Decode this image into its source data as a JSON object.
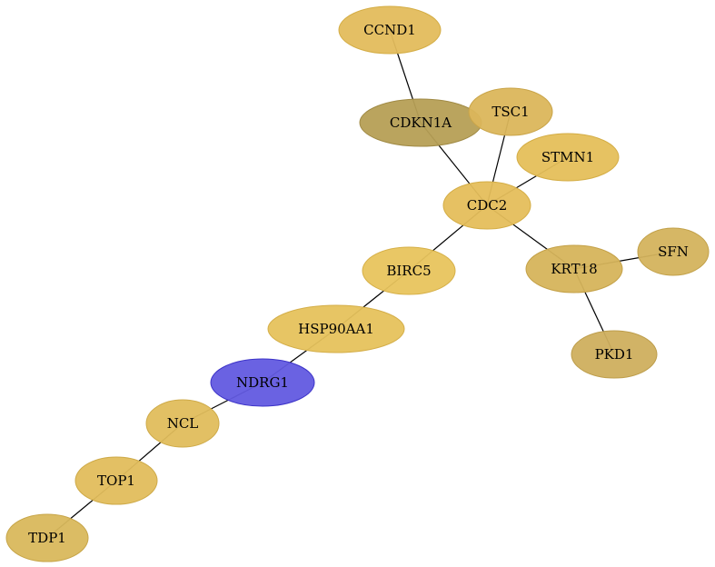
{
  "diagram": {
    "nodes": [
      {
        "id": "CCND1",
        "label": "CCND1",
        "color": "#e3bc5c",
        "stroke": "#d4ad45"
      },
      {
        "id": "CDKN1A",
        "label": "CDKN1A",
        "color": "#b69f55",
        "stroke": "#a08a45"
      },
      {
        "id": "TSC1",
        "label": "TSC1",
        "color": "#dbb65b",
        "stroke": "#c9a448"
      },
      {
        "id": "STMN1",
        "label": "STMN1",
        "color": "#e5bf5a",
        "stroke": "#d4ad45"
      },
      {
        "id": "CDC2",
        "label": "CDC2",
        "color": "#e5be5b",
        "stroke": "#d4ad45"
      },
      {
        "id": "BIRC5",
        "label": "BIRC5",
        "color": "#e8c45d",
        "stroke": "#d6b048"
      },
      {
        "id": "KRT18",
        "label": "KRT18",
        "color": "#d6b45b",
        "stroke": "#c4a148"
      },
      {
        "id": "SFN",
        "label": "SFN",
        "color": "#d4b35d",
        "stroke": "#c2a14a"
      },
      {
        "id": "PKD1",
        "label": "PKD1",
        "color": "#cfaf5e",
        "stroke": "#bd9d4b"
      },
      {
        "id": "HSP90AA1",
        "label": "HSP90AA1",
        "color": "#e6c25c",
        "stroke": "#d4ae48"
      },
      {
        "id": "NDRG1",
        "label": "NDRG1",
        "color": "#625ae0",
        "stroke": "#3c33c8"
      },
      {
        "id": "NCL",
        "label": "NCL",
        "color": "#e0bd5c",
        "stroke": "#ceaa48"
      },
      {
        "id": "TOP1",
        "label": "TOP1",
        "color": "#e1bd5c",
        "stroke": "#ceaa48"
      },
      {
        "id": "TDP1",
        "label": "TDP1",
        "color": "#d9b85c",
        "stroke": "#c7a548"
      }
    ],
    "edges": [
      [
        "CCND1",
        "CDKN1A"
      ],
      [
        "CDKN1A",
        "CDC2"
      ],
      [
        "TSC1",
        "CDC2"
      ],
      [
        "STMN1",
        "CDC2"
      ],
      [
        "CDC2",
        "BIRC5"
      ],
      [
        "CDC2",
        "KRT18"
      ],
      [
        "KRT18",
        "SFN"
      ],
      [
        "KRT18",
        "PKD1"
      ],
      [
        "BIRC5",
        "HSP90AA1"
      ],
      [
        "HSP90AA1",
        "NDRG1"
      ],
      [
        "NDRG1",
        "NCL"
      ],
      [
        "NCL",
        "TOP1"
      ],
      [
        "TOP1",
        "TDP1"
      ]
    ]
  }
}
